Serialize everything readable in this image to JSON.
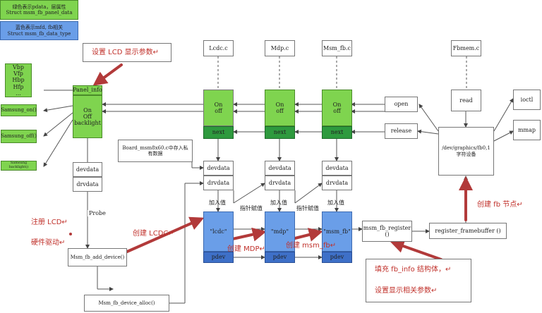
{
  "legend": {
    "green_line1": "绿色表示pdata，层属性",
    "green_line2": "Struct msm_fb_panel_data",
    "blue_line1": "蓝色表示mfd, fb相关",
    "blue_line2": "Struct msm_fb_data_type"
  },
  "files": {
    "lcdc": "Lcdc.c",
    "mdp": "Mdp.c",
    "msm_fb": "Msm_fb.c",
    "fbmem": "Fbmem.c"
  },
  "panel_params": [
    "Vbp",
    "Vfp",
    "Hbp",
    "Hfp",
    "..."
  ],
  "panel": {
    "title": "Panel_info",
    "on": "On",
    "off": "Off",
    "backlight": "backlight"
  },
  "samsung": {
    "on": "Samsung_on()",
    "off": "Samsung_off()",
    "backlight": "Samsung backlight()"
  },
  "layer": {
    "on": "On",
    "off": "off",
    "next": "next",
    "devdata": "devdata",
    "drvdata": "drvdata"
  },
  "board_note": "Board_msm8x60.c中存入私有数据",
  "probe": "Probe",
  "funcs": {
    "add_device": "Msm_fb_add_device()",
    "device_alloc": "Msm_fb_device_alloc()",
    "msm_fb_register": "msm_fb_register ()",
    "register_framebuffer": "register_framebuffer ()"
  },
  "blue_boxes": {
    "lcdc": "\"lcdc\"",
    "mdp": "\"mdp\"",
    "msm_fb": "\"msm_fb\"",
    "pdev": "pdev"
  },
  "labels": {
    "add_value": "加入值",
    "pointer_assign": "指针赋值"
  },
  "fops": {
    "open": "open",
    "release": "release",
    "read": "read",
    "ioctl": "ioctl",
    "mmap": "mmap",
    "dev_graphics_line1": "/dev/graphics/fb0,1",
    "dev_graphics_line2": "字符设备"
  },
  "annotations": {
    "set_lcd": "设置 LCD 显示参数↵",
    "register_lcd": "注册 LCD↵",
    "hw_driver": "硬件驱动↵",
    "create_lcdc": "创建 LCDC↵",
    "create_mdp": "创建 MDP↵",
    "create_msm_fb": "创建 msm_fb↵",
    "create_fb_node": "创建 fb 节点↵",
    "fill_fb_info": "填充 fb_info 结构体，↵",
    "set_display": "设置显示相关参数↵"
  },
  "colors": {
    "green": "#7fd44f",
    "dark_green": "#2e9a3e",
    "blue": "#6a9ee8",
    "dark_blue": "#3e70c8",
    "red_arrow": "#b23a3a"
  }
}
